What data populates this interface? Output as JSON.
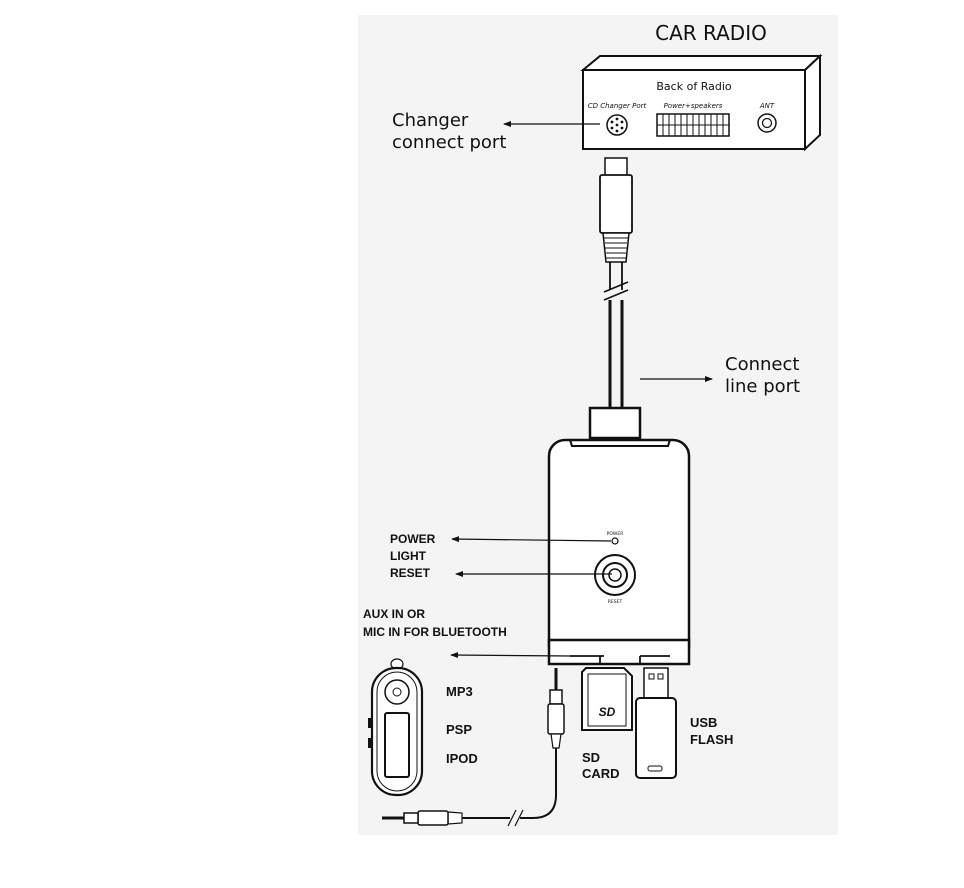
{
  "title": "CAR RADIO",
  "radio": {
    "back_label": "Back of Radio",
    "cd_port_label": "CD Changer Port",
    "power_port_label": "Power+speakers",
    "ant_label": "ANT"
  },
  "callouts": {
    "changer_line1": "Changer",
    "changer_line2": "connect port",
    "connect_line1": "Connect",
    "connect_line2": "line port",
    "power_line1": "POWER",
    "power_line2": "LIGHT",
    "reset": "RESET",
    "aux_line1": "AUX IN OR",
    "aux_line2": "MIC IN FOR BLUETOOTH"
  },
  "device": {
    "power_small": "POWER",
    "reset_small": "RESET",
    "sd_logo": "SD"
  },
  "sources": {
    "mp3": "MP3",
    "psp": "PSP",
    "ipod": "IPOD",
    "sd_line1": "SD",
    "sd_line2": "CARD",
    "usb_line1": "USB",
    "usb_line2": "FLASH"
  }
}
